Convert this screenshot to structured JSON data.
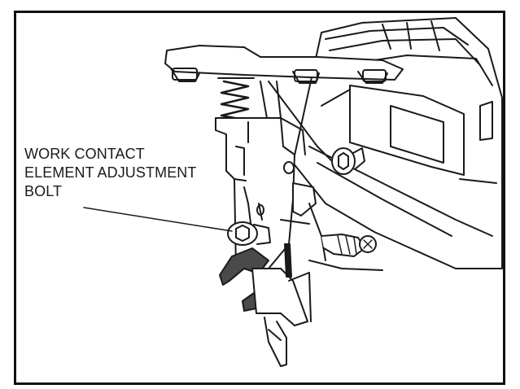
{
  "figure": {
    "callout_lines": [
      "WORK CONTACT",
      "ELEMENT ADJUSTMENT",
      "BOLT"
    ],
    "components": [
      "nail-gun-nose-assembly",
      "work-contact-element",
      "adjustment-bolt",
      "return-spring",
      "depth-wheel",
      "magazine-body"
    ]
  },
  "colors": {
    "line": "#1a1a1a",
    "frame": "#111111",
    "fill": "#ffffff",
    "shade": "#4a4a4a"
  }
}
